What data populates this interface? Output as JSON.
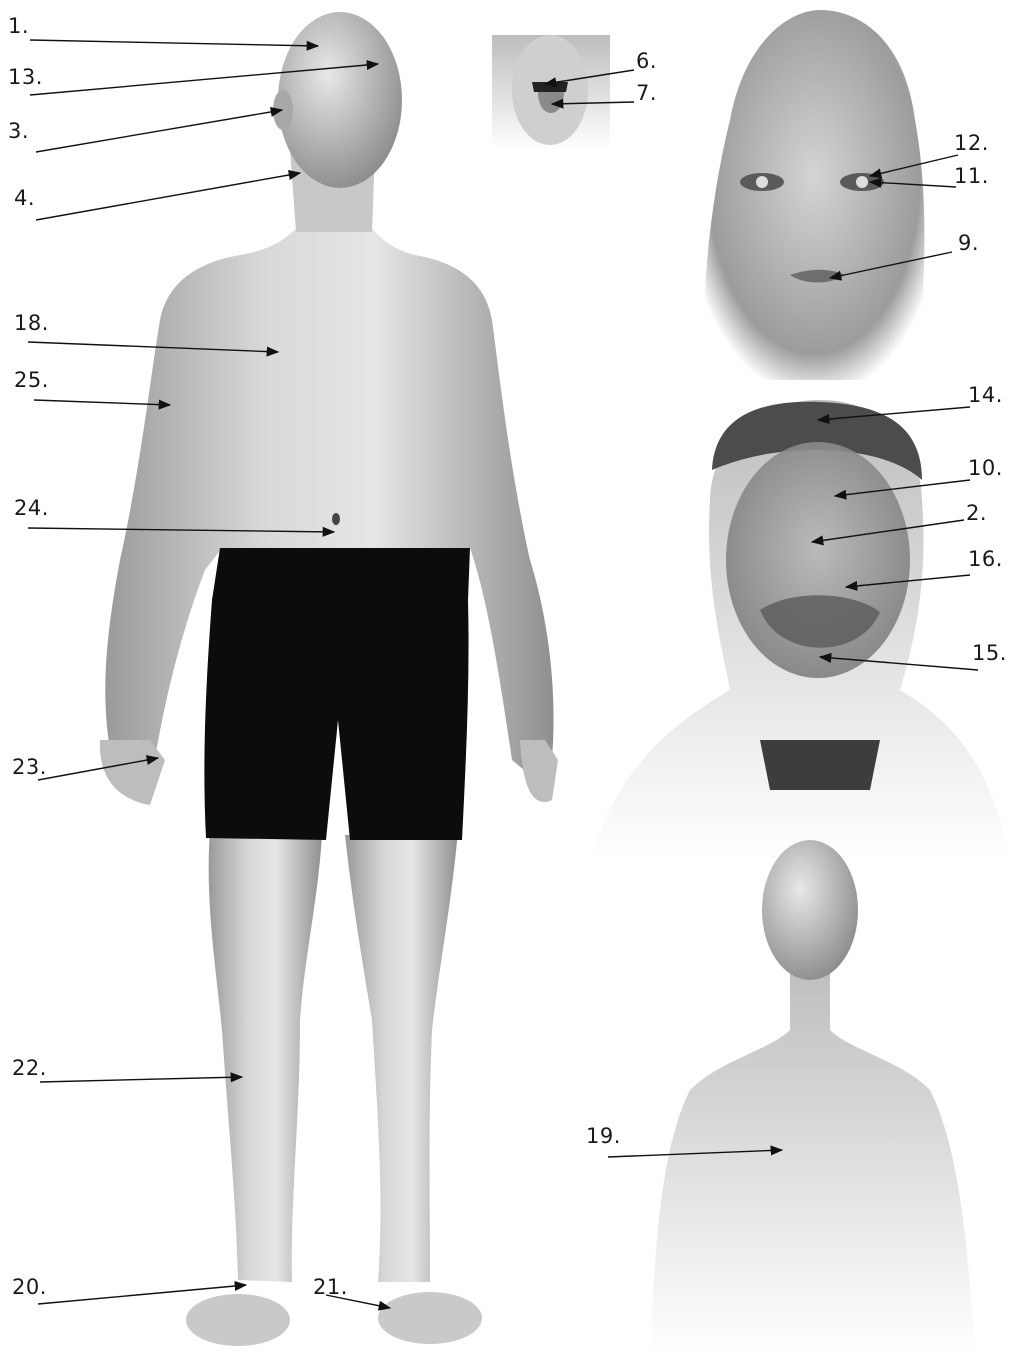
{
  "labels": [
    {
      "id": "1",
      "text": "1."
    },
    {
      "id": "13",
      "text": "13."
    },
    {
      "id": "3",
      "text": "3."
    },
    {
      "id": "4",
      "text": "4."
    },
    {
      "id": "6",
      "text": "6."
    },
    {
      "id": "7",
      "text": "7."
    },
    {
      "id": "12",
      "text": "12."
    },
    {
      "id": "11",
      "text": "11."
    },
    {
      "id": "9",
      "text": "9."
    },
    {
      "id": "18",
      "text": "18."
    },
    {
      "id": "25",
      "text": "25."
    },
    {
      "id": "14",
      "text": "14."
    },
    {
      "id": "10",
      "text": "10."
    },
    {
      "id": "2",
      "text": "2."
    },
    {
      "id": "16",
      "text": "16."
    },
    {
      "id": "24",
      "text": "24."
    },
    {
      "id": "15",
      "text": "15."
    },
    {
      "id": "23",
      "text": "23."
    },
    {
      "id": "22",
      "text": "22."
    },
    {
      "id": "19",
      "text": "19."
    },
    {
      "id": "20",
      "text": "20."
    },
    {
      "id": "21",
      "text": "21."
    }
  ]
}
